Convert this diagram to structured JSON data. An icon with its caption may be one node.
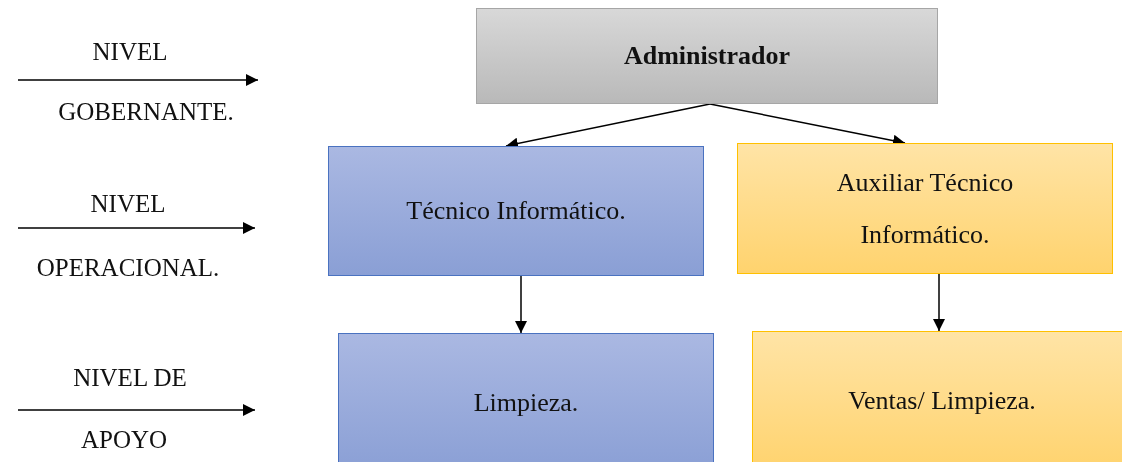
{
  "diagram": {
    "nodes": [
      {
        "text": [
          "Administrador"
        ]
      },
      {
        "text": [
          "Técnico Informático."
        ]
      },
      {
        "text": [
          "Auxiliar Técnico Informático."
        ]
      },
      {
        "text": [
          "Limpieza."
        ]
      },
      {
        "text": [
          "Ventas/ Limpieza."
        ]
      }
    ],
    "edges": [
      {
        "from": 0,
        "to": 1,
        "arrow": "to"
      },
      {
        "from": 0,
        "to": 2,
        "arrow": "to"
      },
      {
        "from": 1,
        "to": 3,
        "arrow": "to"
      },
      {
        "from": 2,
        "to": 4,
        "arrow": "to"
      }
    ],
    "labels": [
      "NIVEL",
      "GOBERNANTE.",
      "NIVEL",
      "OPERACIONAL.",
      "NIVEL DE",
      "APOYO"
    ]
  }
}
